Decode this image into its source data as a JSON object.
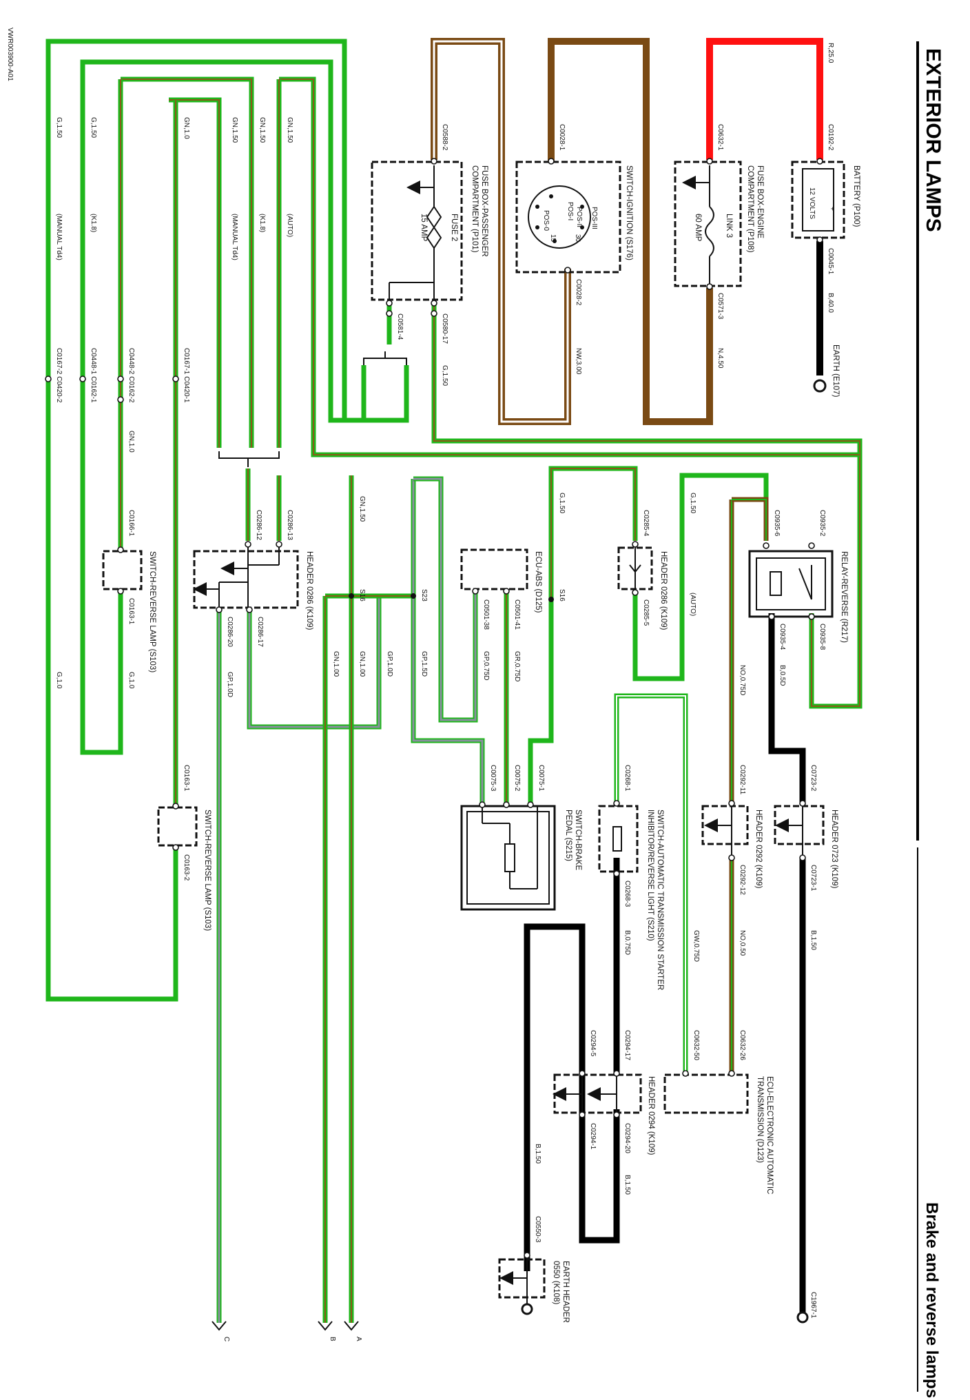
{
  "title": "EXTERIOR LAMPS",
  "subtitle": "Brake and reverse lamps",
  "diagram_id": "VWR003900-A01",
  "colors": {
    "green": "#1fb61b",
    "brown": "#7a4a14",
    "red": "#ff1010",
    "black": "#000000",
    "grey": "#8a8fa0"
  },
  "components": {
    "battery": "BATTERY (P100)",
    "battery_volts": "12 VOLTS",
    "earth_e107": "EARTH (E107)",
    "fuse_engine": [
      "FUSE BOX-ENGINE",
      "COMPARTMENT (P108)"
    ],
    "link3": "LINK 3",
    "link3_amp": "60 AMP",
    "ignition": "SWITCH-IGNITION (S176)",
    "ignition_pos": [
      "POS-I",
      "POS-II",
      "POS-III",
      "POS-0",
      "30",
      "15"
    ],
    "fuse_passenger": [
      "FUSE BOX-PASSENGER",
      "COMPARTMENT (P101)"
    ],
    "fuse2": "FUSE 2",
    "fuse2_amp": "15 AMP",
    "relay_reverse": "RELAY-REVERSE (R217)",
    "header0286_a": "HEADER 0286 (K109)",
    "header0286_b": "HEADER 0286 (K109)",
    "ecu_abs": "ECU-ABS (D125)",
    "switch_reverse_top": "SWITCH-REVERSE LAMP (S103)",
    "switch_reverse_mid": "SWITCH-REVERSE LAMP (S103)",
    "header0723": "HEADER 0723 (K109)",
    "header0292": "HEADER 0292 (K109)",
    "inhibitor": [
      "SWITCH-AUTOMATIC TRANSMISSION STARTER",
      "INHIBITOR/REVERSE LIGHT (S210)"
    ],
    "brake_switch": [
      "SWITCH-BRAKE",
      "PEDAL (S215)"
    ],
    "ecu_trans": [
      "ECU-ELECTRONIC AUTOMATIC",
      "TRANSMISSION (D123)"
    ],
    "header0294": "HEADER 0294 (K109)",
    "earth_header": [
      "EARTH HEADER",
      "0550 (K108)"
    ]
  },
  "connectors": {
    "c0192_2": "C0192-2",
    "c0045_1": "C0045-1",
    "c0632_1": "C0632-1",
    "c0571_3": "C0571-3",
    "c0028_1": "C0028-1",
    "c0028_2": "C0028-2",
    "c0588_2": "C0588-2",
    "c0580_17": "C0580-17",
    "c0581_4": "C0581-4",
    "c0935_2": "C0935-2",
    "c0935_6": "C0935-6",
    "c0935_4": "C0935-4",
    "c0935_8": "C0935-8",
    "c0285_4": "C0285-4",
    "c0285_5": "C0285-5",
    "c0501_41": "C0501-41",
    "c0501_38": "C0501-38",
    "c0286_13": "C0286-13",
    "c0286_12": "C0286-12",
    "c0286_17": "C0286-17",
    "c0286_20": "C0286-20",
    "c0166_1": "C0166-1",
    "c0163_1a": "C0163-1",
    "c0723_2": "C0723-2",
    "c0723_1": "C0723-1",
    "c0292_11": "C0292-11",
    "c0292_12": "C0292-12",
    "c0268_1": "C0268-1",
    "c0268_3": "C0268-3",
    "c0075_1": "C0075-1",
    "c0075_2": "C0075-2",
    "c0075_3": "C0075-3",
    "c0163_1b": "C0163-1",
    "c0163_2": "C0163-2",
    "c0632_26": "C0632-26",
    "c0632_50": "C0632-50",
    "c0294_17": "C0294-17",
    "c0294_5": "C0294-5",
    "c0294_20": "C0294-20",
    "c0294_1": "C0294-1",
    "c0550_3": "C0550-3",
    "c1967_1": "C1967-1",
    "c0167_1": "C0167-1 C0420-1",
    "c0448_1": "C0448-1 C0162-1",
    "c0448_2": "C0448-2 C0162-2",
    "c0167_2": "C0167-2 C0420-2"
  },
  "wires": {
    "r25": "R,25.0",
    "b40": "B,40.0",
    "n450": "N,4.50",
    "nw300": "NW,3.00",
    "g150_fuse": "G,1.50",
    "gn150_a": "GN,1.50",
    "gn150_b": "GN,1.50",
    "gn150_c": "GN,1.50",
    "gn10": "GN,1.0",
    "g150_l1": "G,1.50",
    "g150_l2": "G,1.50",
    "auto": "(AUTO)",
    "k18_a": "(K1.8)",
    "manual_a": "(MANUAL Td4)",
    "k18_b": "(K1.8)",
    "manual_b": "(MANUAL Td4)",
    "g150_r1": "G,1.50",
    "g150_r2": "G,1.50",
    "auto_b": "(AUTO)",
    "no075": "NO,0.75D",
    "b050": "B,0.5D",
    "gn150_d": "GN,1.50",
    "gn10_b": "GN,1.0",
    "gr075": "GR,0.75D",
    "gp075": "GP,0.75D",
    "gp15": "GP,1.5D",
    "gp10": "GP,1.0D",
    "gn10_c": "GN,1.00",
    "gn10_d": "GN,1.00",
    "gp10_b": "GP,1.0D",
    "g10_a": "G,1.0",
    "g10_b": "G,1.0",
    "b150_a": "B,1.50",
    "no050": "NO,0.50",
    "gw075": "GW,0.75D",
    "b075": "B,0.75D",
    "b150_b": "B,1.50",
    "b150_c": "B,1.50"
  },
  "splices": {
    "s16": "S16",
    "s23": "S23",
    "s16b": "S16"
  },
  "continuations": [
    "A",
    "B",
    "C"
  ]
}
